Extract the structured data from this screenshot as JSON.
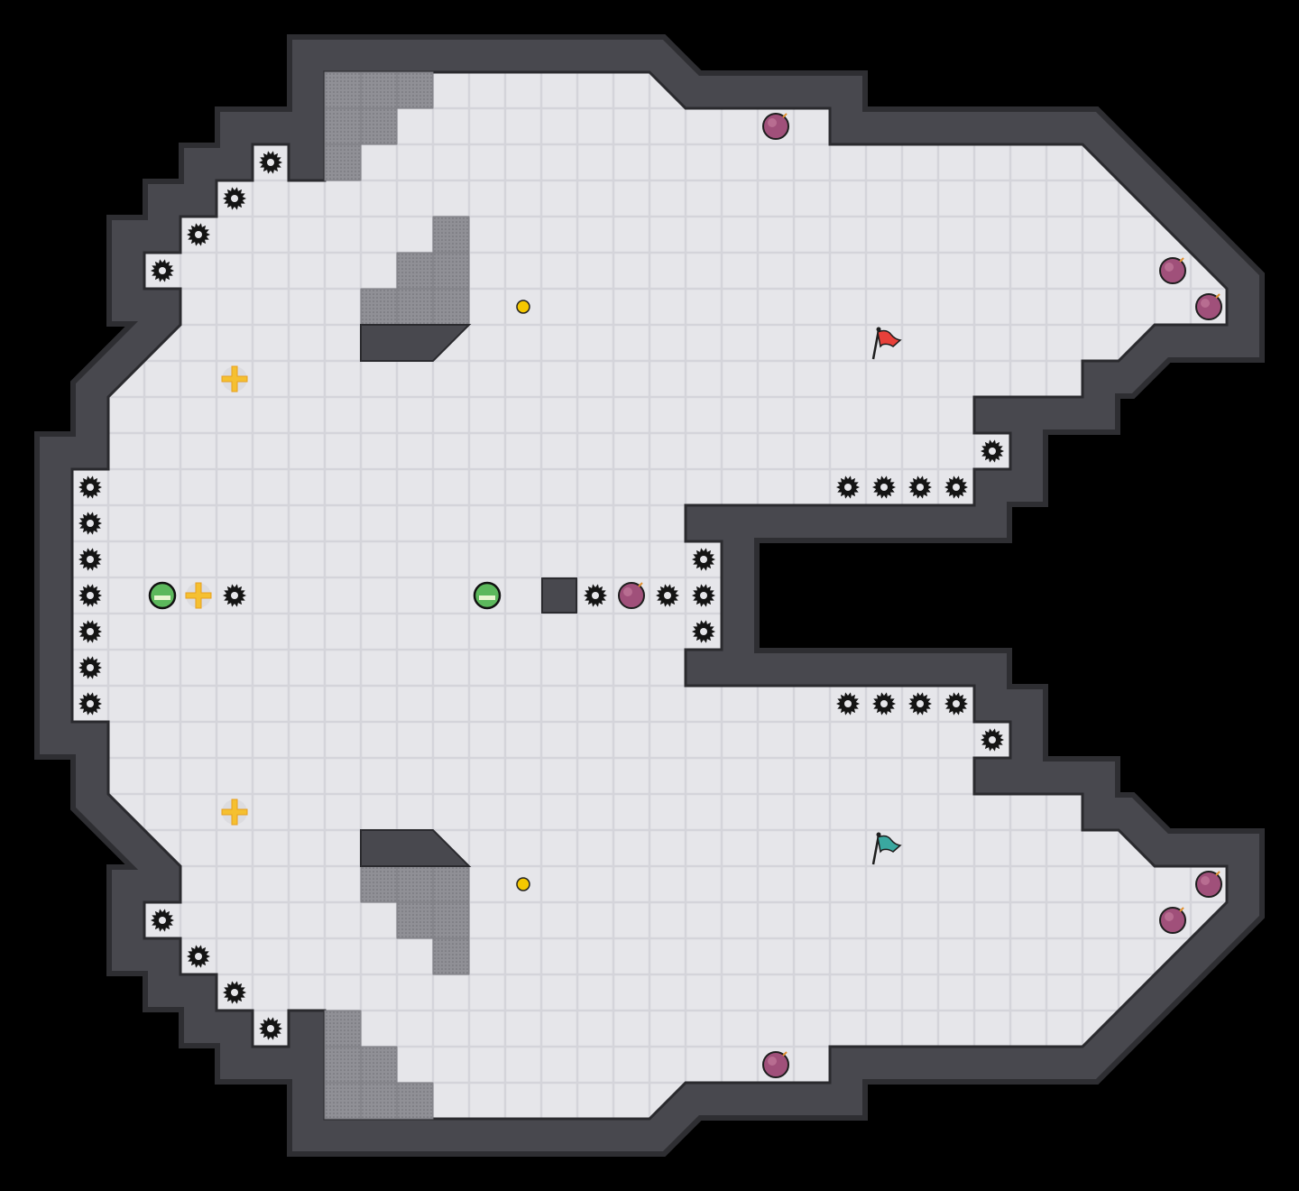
{
  "game": {
    "colors": {
      "background": "#000000",
      "wall": "#48484e",
      "floor": "#e6e6ea",
      "grid": "#d2d2d8",
      "gray_block": "#8e8e94",
      "hazard": "#141414",
      "bomb": "#a0507a",
      "flag_red": "#e8403a",
      "flag_teal": "#3aa8a0",
      "cross": "#f5c030",
      "green_ball": "#5cb85c",
      "coin": "#f5c800"
    },
    "entity_types": [
      "spike-gear",
      "bomb",
      "flag-red",
      "flag-teal",
      "cross-powerup",
      "green-ball",
      "coin",
      "gray-block",
      "pushable-block"
    ]
  }
}
